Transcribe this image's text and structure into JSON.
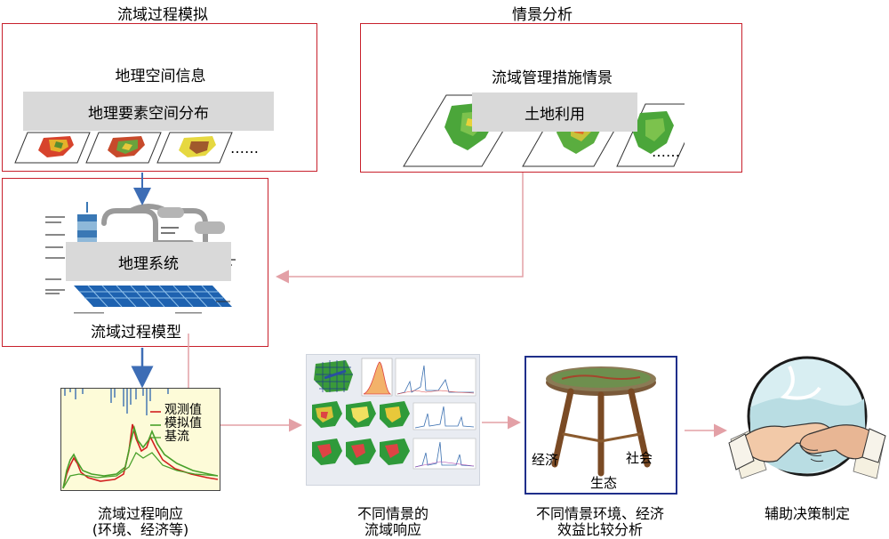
{
  "colors": {
    "frame_red": "#c8202c",
    "arrow_blue": "#3d6db5",
    "arrow_pink": "#e3a0a6",
    "gray_bar": "#d9d9d9",
    "stool_frame": "#1f2f8a",
    "observed_line": "#d21f1f",
    "simulated_line": "#48a02a"
  },
  "sections": {
    "left_title": "流域过程模拟",
    "right_title": "情景分析"
  },
  "box_spatial": {
    "heading": "地理空间信息",
    "bar_label": "地理要素空间分布",
    "ellipsis": "……"
  },
  "box_scenario": {
    "heading": "流域管理措施情景",
    "bar_label": "土地利用",
    "ellipsis": "……"
  },
  "box_model": {
    "bar_label": "地理系统",
    "caption": "流域过程模型"
  },
  "hydrograph": {
    "legend": [
      "观测值",
      "模拟值",
      "基流"
    ],
    "caption_line1": "流域过程响应",
    "caption_line2": "(环境、经济等)"
  },
  "scenario_response": {
    "caption_line1": "不同情景的",
    "caption_line2": "流域响应"
  },
  "stool": {
    "labels": {
      "economy": "经济",
      "society": "社会",
      "ecology": "生态"
    },
    "caption_line1": "不同情景环境、经济",
    "caption_line2": "效益比较分析"
  },
  "decision": {
    "caption": "辅助决策制定"
  },
  "icons": [
    "down-arrow-icon",
    "left-arrow-icon",
    "right-arrow-icon",
    "handshake-icon",
    "stool-icon",
    "hydrograph-icon",
    "map-icon"
  ]
}
